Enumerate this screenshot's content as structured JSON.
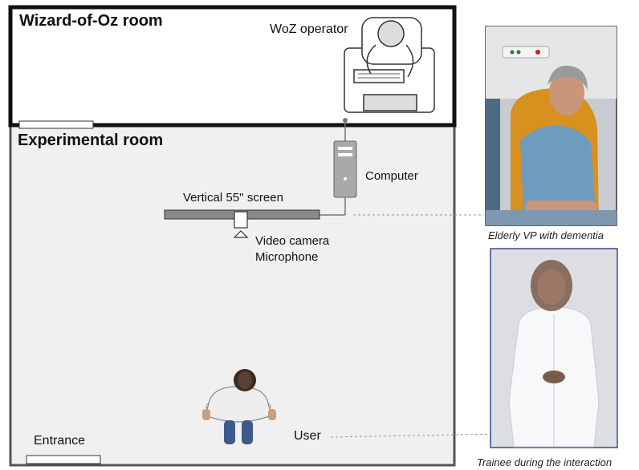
{
  "rooms": {
    "woz_title": "Wizard-of-Oz room",
    "experimental_title": "Experimental room"
  },
  "labels": {
    "woz_operator": "WoZ operator",
    "computer": "Computer",
    "screen": "Vertical 55'' screen",
    "camera": "Video camera",
    "microphone": "Microphone",
    "user": "User",
    "entrance": "Entrance"
  },
  "captions": {
    "vp": "Elderly VP with dementia",
    "trainee": "Trainee during the interaction"
  },
  "colors": {
    "experimental_bg": "#f0f0f0",
    "wall": "#111111",
    "screen_fill": "#8a8a8a",
    "computer_fill": "#a9a9a9",
    "connector": "#777777"
  }
}
